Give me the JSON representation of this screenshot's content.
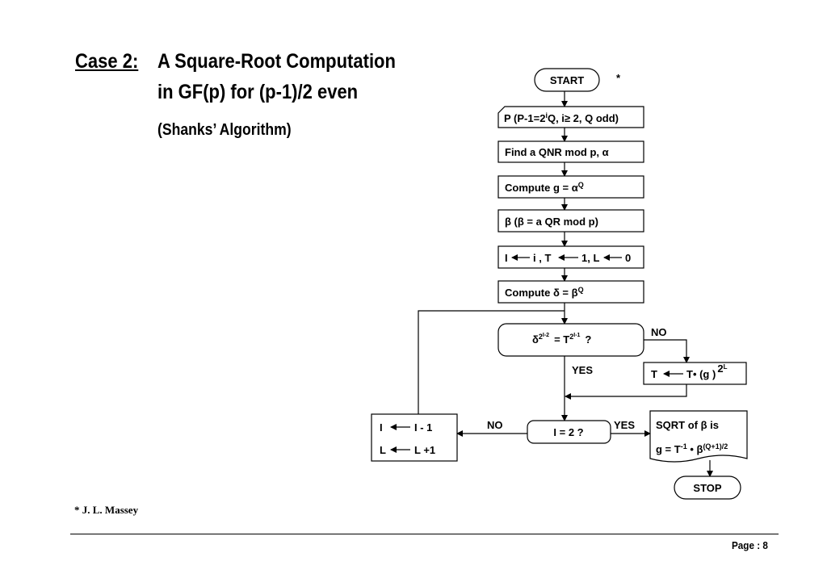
{
  "title": {
    "case_label": "Case 2:",
    "line1": "A Square-Root Computation",
    "line2": "in GF(p) for (p-1)/2  even",
    "subtitle": "(Shanks’ Algorithm)"
  },
  "flowchart": {
    "start": "START",
    "start_note": "*",
    "input_prefix": "P (P-1=2",
    "input_sup": "i",
    "input_suffix": "Q, i≥ 2, Q odd)",
    "qnr": "Find a QNR mod p, α",
    "compute_g": "Compute  g = α",
    "compute_g_sup": "Q",
    "beta_init": "β    (β = a QR mod p)",
    "init_vars": {
      "i_part": "I",
      "i_part_2": "i , T",
      "t_part": "1, L",
      "l_part": "0"
    },
    "compute_delta": "Compute  δ = β",
    "compute_delta_sup": "Q",
    "test": {
      "lhs": "δ",
      "lhs_base_exp": "2",
      "lhs_exp": "I-2",
      "mid": "= T",
      "rhs_base_exp": "2",
      "rhs_exp": "I-1",
      "q": "?"
    },
    "no_label_1": "NO",
    "yes_label_1": "YES",
    "update_t": {
      "lhs": "T",
      "rhs": "T• (g )",
      "exp": "2",
      "exp_sup": "L"
    },
    "loop_box": {
      "line1_a": "I",
      "line1_b": "I - 1",
      "line2_a": "L",
      "line2_b": "L +1"
    },
    "no_label_2": "NO",
    "check": "I  = 2 ?",
    "yes_label_2": "YES",
    "output": {
      "line1": "SQRT of β is",
      "line2_a": "g = T",
      "line2_sup1": "-1",
      "line2_b": " • β",
      "line2_sup2": "(Q+1)/2"
    },
    "stop": "STOP"
  },
  "footnote": "* J. L.  Massey",
  "page": "Page :  8"
}
